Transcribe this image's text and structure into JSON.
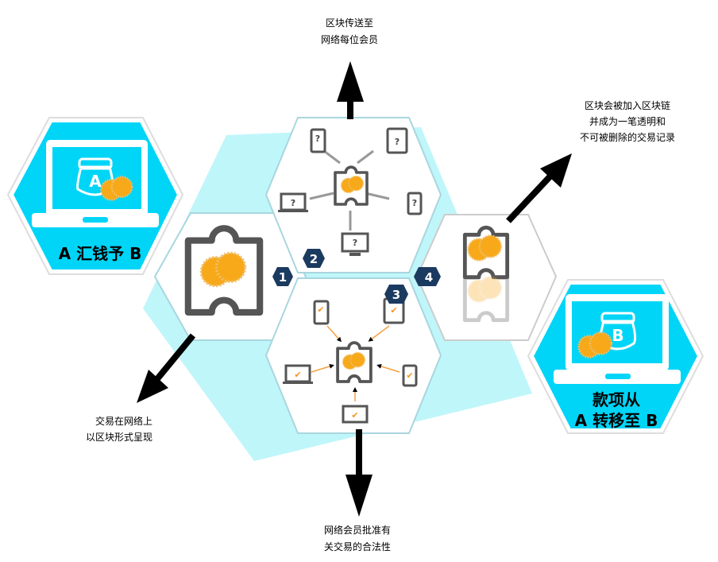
{
  "colors": {
    "accent_cyan": "#00d5f7",
    "light_cyan": "#bff6fa",
    "badge_navy": "#1b3a60",
    "coin_orange": "#f7a919",
    "puzzle_gray": "#555555"
  },
  "labels": {
    "top": [
      "区块传送至",
      "网络每位会员"
    ],
    "right": [
      "区块会被加入区块链",
      "并成为一笔透明和",
      "不可被删除的交易记录"
    ],
    "bottom_left": [
      "交易在网络上",
      "以区块形式呈现"
    ],
    "bottom": [
      "网络会员批准有",
      "关交易的合法性"
    ],
    "hex_a": "A 汇钱予 B",
    "hex_b": [
      "款项从",
      "A 转移至 B"
    ]
  },
  "wallet_letters": {
    "a": "A",
    "b": "B"
  },
  "badges": [
    "1",
    "2",
    "3",
    "4"
  ],
  "icons": {
    "question": "?",
    "check": "✔",
    "puzzle": "puzzle-icon",
    "coins": "coins-icon",
    "laptop": "laptop-icon",
    "wallet": "wallet-icon"
  }
}
